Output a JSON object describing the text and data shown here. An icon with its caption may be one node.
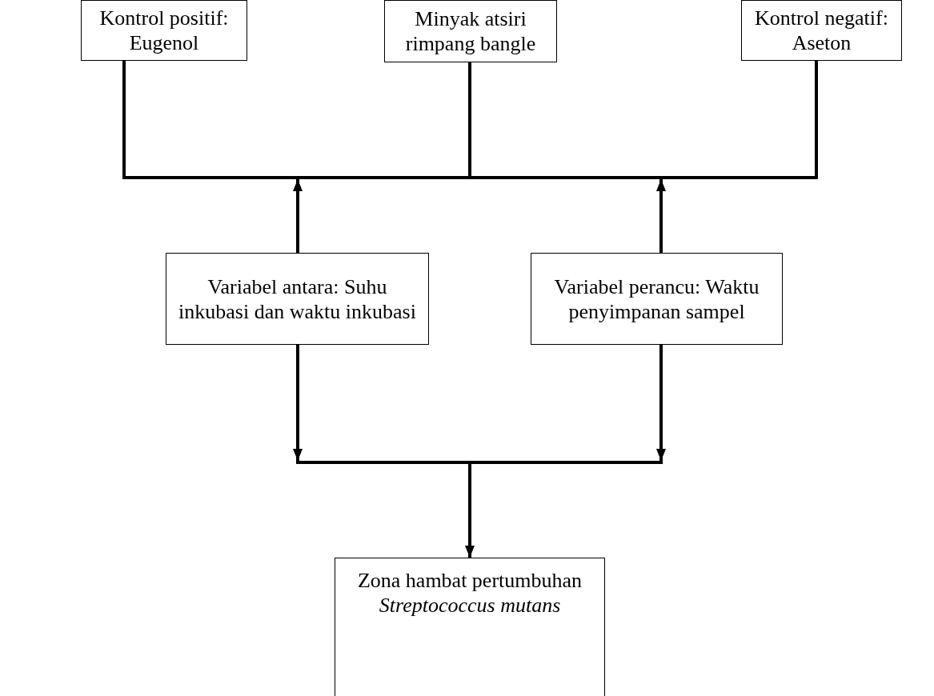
{
  "diagram": {
    "nodes": [
      {
        "text": [
          "Kontrol positif: Eugenol"
        ]
      },
      {
        "text": [
          "Minyak atsiri rimpang bangle"
        ]
      },
      {
        "text": [
          "Kontrol negatif: Aseton"
        ]
      },
      {
        "text": [],
        "shape": "bar"
      },
      {
        "text": [
          "Variabel antara: Suhu inkubasi dan waktu inkubasi"
        ]
      },
      {
        "text": [
          "Variabel perancu: Waktu penyimpanan sampel"
        ]
      },
      {
        "text": [],
        "shape": "bar"
      },
      {
        "text": [
          "Zona hambat pertumbuhan *Streptococcus mutans*"
        ]
      }
    ],
    "edges": [
      {
        "from": 0,
        "to": 3,
        "arrow": "none"
      },
      {
        "from": 1,
        "to": 3,
        "arrow": "none"
      },
      {
        "from": 2,
        "to": 3,
        "arrow": "none"
      },
      {
        "from": 4,
        "to": 3,
        "arrow": "to"
      },
      {
        "from": 5,
        "to": 3,
        "arrow": "to"
      },
      {
        "from": 4,
        "to": 6,
        "arrow": "to"
      },
      {
        "from": 5,
        "to": 6,
        "arrow": "to"
      },
      {
        "from": 6,
        "to": 7,
        "arrow": "to"
      }
    ]
  }
}
